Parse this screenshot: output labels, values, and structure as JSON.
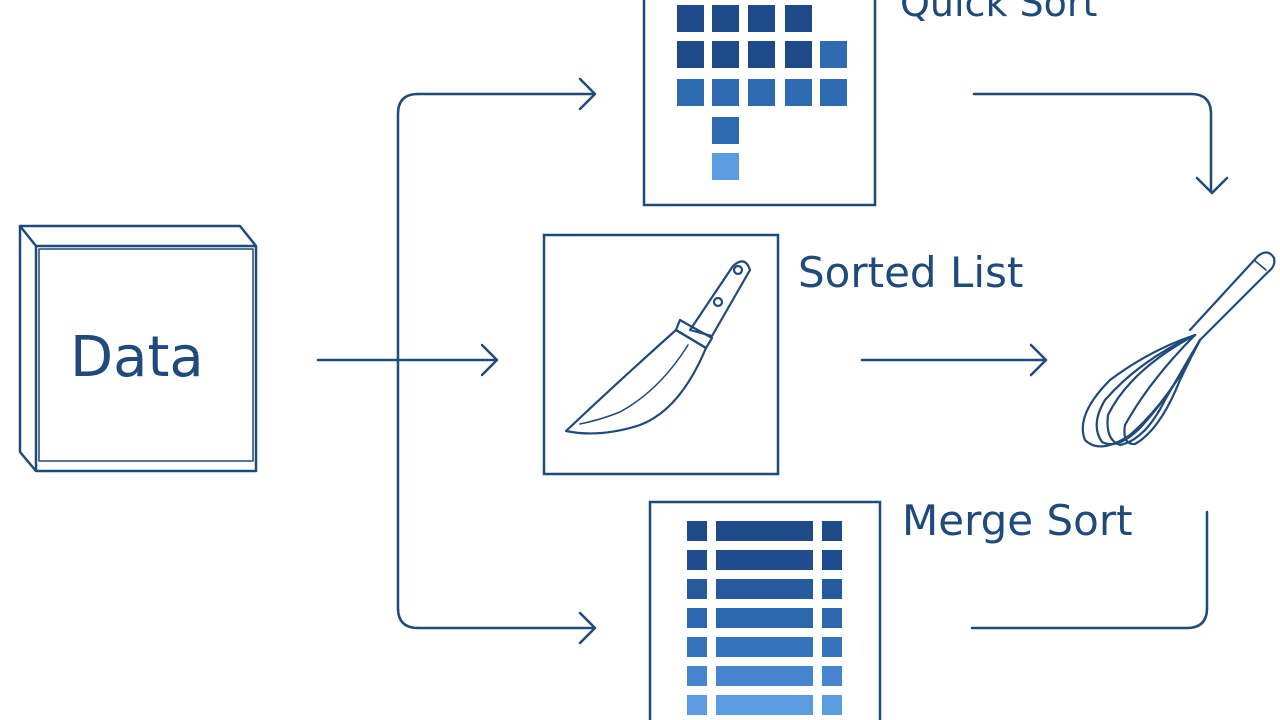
{
  "labels": {
    "data": "Data",
    "quick_sort": "Quick Sort",
    "sorted_list": "Sorted List",
    "merge_sort": "Merge Sort"
  },
  "icons": {
    "input": "cube-icon",
    "quick_sort": "pixel-grid-icon",
    "sorted_list": "knife-icon",
    "merge_sort": "bar-list-icon",
    "output": "whisk-icon"
  },
  "colors": {
    "line": "#1f4a7c",
    "text": "#1f4a7c",
    "dark_blue": "#1f4a8a",
    "mid_blue": "#2f6bb3",
    "light_blue": "#5b9ce0",
    "background": "#ffffff"
  }
}
